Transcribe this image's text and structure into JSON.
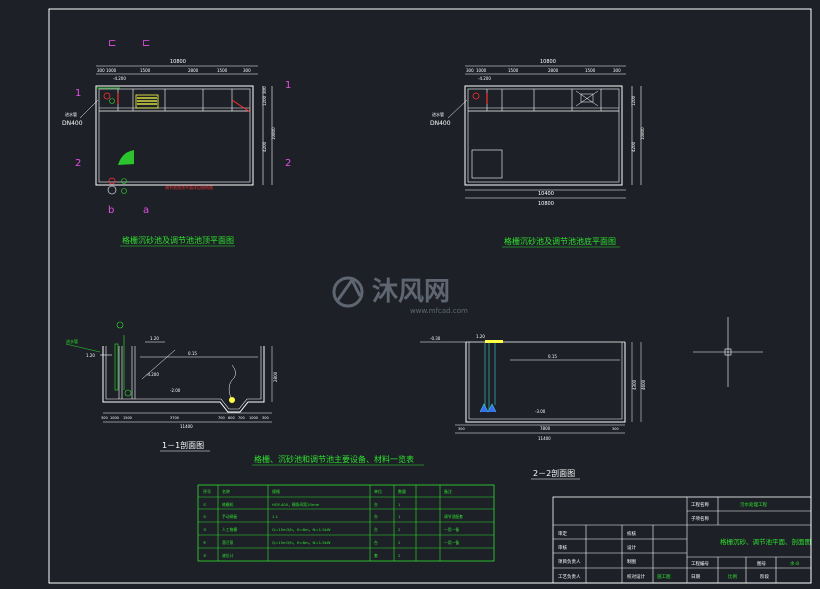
{
  "drawing": {
    "title_plan_top": "格栅沉砂池及调节池池顶平面图",
    "title_plan_bottom": "格栅沉砂池及调节池池底平面图",
    "title_section_1": "1－1剖面图",
    "title_section_2": "2－2剖面图",
    "title_equipment_table": "格栅、沉砂池和调节池主要设备、材料一览表",
    "watermark_text": "沐风网",
    "watermark_url": "www.mfcad.com"
  },
  "plan_top": {
    "dim_total": "10800",
    "dim_segments": [
      "300",
      "1000",
      "1500",
      "2800",
      "1500",
      "300"
    ],
    "dim_right": [
      "300",
      "1200",
      "4200",
      "300"
    ],
    "pipe_label": "DN400",
    "pipe_elevation": "-4.200",
    "callout_1": "1",
    "callout_2": "2",
    "section_mark_a": "a",
    "section_mark_b": "b",
    "red_note": "调节池池顶平面详见结构图"
  },
  "plan_bottom": {
    "dim_total": "10800",
    "dim_inner": "10400",
    "dim_segments": [
      "300",
      "1000",
      "1500",
      "2800",
      "1500",
      "300"
    ],
    "dim_right": [
      "300",
      "1200",
      "4200",
      "300"
    ],
    "pipe_label": "DN400",
    "pipe_elevation": "-4.200"
  },
  "section_1": {
    "elev_top": "1.20",
    "elev_water": "0.15",
    "elev_bottom": "-2.00",
    "elev_pipe": "-4.200",
    "dims_bottom": [
      "300",
      "1000",
      "1500",
      "3700",
      "700",
      "600",
      "700",
      "1000",
      "300"
    ],
    "dim_total": "11400",
    "dim_height": "2800",
    "inlet_label": "进水管"
  },
  "section_2": {
    "elev_top": "1.20",
    "elev_ground": "-0.30",
    "elev_water": "0.15",
    "elev_bottom": "-3.00",
    "dims_bottom": [
      "300",
      "7800",
      "300"
    ],
    "dim_total": "11400",
    "dim_height_1": "4300",
    "dim_height_2": "4600"
  },
  "equipment_table": {
    "headers": [
      "序号",
      "名称",
      "规格",
      "单位",
      "数量",
      "备注"
    ],
    "rows": [
      [
        "①",
        "格栅机",
        "HGY-400，栅条间距20mm",
        "台",
        "1",
        ""
      ],
      [
        "②",
        "手动闸板",
        "1.1",
        "台",
        "1",
        "调节池配套"
      ],
      [
        "③",
        "人工格栅",
        "Q=15m3/h，H=8m，N=1.5kW",
        "台",
        "2",
        "一用一备"
      ],
      [
        "④",
        "潜污泵",
        "Q=15m3/h，H=8m，N=1.5kW",
        "台",
        "2",
        "一用一备"
      ],
      [
        "⑤",
        "液位计",
        "",
        "套",
        "2",
        ""
      ]
    ]
  },
  "title_block": {
    "project_name_label": "工程名称",
    "project_name": "污水处理工程",
    "subproject_label": "子项名称",
    "drawing_title": "格栅沉砂、调节池平面、剖面图",
    "project_no_label": "工程编号",
    "stage_label": "阶段",
    "stage_value": "施工图",
    "drawing_no_label": "图号",
    "drawing_no": "水-8",
    "date_label": "日期",
    "scale_label": "比例",
    "rows": [
      [
        "审定",
        "",
        "校核",
        ""
      ],
      [
        "审核",
        "",
        "设计",
        ""
      ],
      [
        "项目负责人",
        "",
        "制图",
        ""
      ],
      [
        "工艺负责人",
        "",
        "校对设计",
        "施工图"
      ]
    ]
  },
  "colors": {
    "background": "#1d2127",
    "line_white": "#ffffff",
    "line_green": "#2ee02e",
    "line_cyan": "#37d6d6",
    "line_red": "#ff3030",
    "line_magenta": "#e34fe3",
    "line_yellow": "#ffff44",
    "watermark": "#7b8493"
  }
}
